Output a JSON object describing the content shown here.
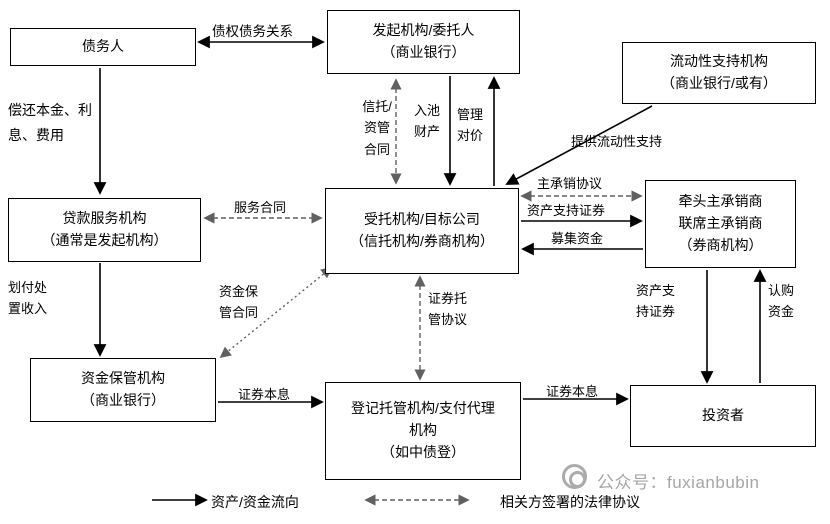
{
  "boxes": {
    "debtor": "债务人",
    "originator": "发起机构/委托人\n（商业银行）",
    "liquidity_support": "流动性支持机构\n（商业银行/或有）",
    "loan_servicer": "贷款服务机构\n（通常是发起机构）",
    "trustee": "受托机构/目标公司\n（信托机构/券商机构）",
    "underwriter": "牵头主承销商\n联席主承销商\n（券商机构）",
    "fund_custodian": "资金保管机构\n（商业银行）",
    "registrar": "登记托管机构/支付代理\n机构\n（如中债登）",
    "investor": "投资者"
  },
  "labels": {
    "creditor_debtor_relation": "债权债务关系",
    "repay_principal_interest": "偿还本金、利\n息、费用",
    "trust_asset_mgmt_contract": "信托/\n资管\n合同",
    "pooled_assets": "入池\n财产",
    "management_consideration": "管理\n对价",
    "provide_liquidity_support": "提供流动性支持",
    "service_contract": "服务合同",
    "lead_underwriting_agreement": "主承销协议",
    "abs_to_underwriter": "资产支持证券",
    "raised_funds": "募集资金",
    "transfer_disposal_income": "划付处\n置收入",
    "fund_custody_contract": "资金保\n管合同",
    "securities_custody_agreement": "证券托\n管协议",
    "abs_to_investor": "资产支\n持证券",
    "subscription_funds": "认购\n资金",
    "securities_principal_interest_left": "证券本息",
    "securities_principal_interest_right": "证券本息"
  },
  "legend": {
    "solid_arrow": "资产/资金流向",
    "dashed_arrow": "相关方签署的法律协议"
  },
  "watermark": "公众号：fuxianbubin",
  "colors": {
    "line_solid": "#000000",
    "line_dashed": "#606060",
    "watermark_gray": "#a6a6a6"
  }
}
